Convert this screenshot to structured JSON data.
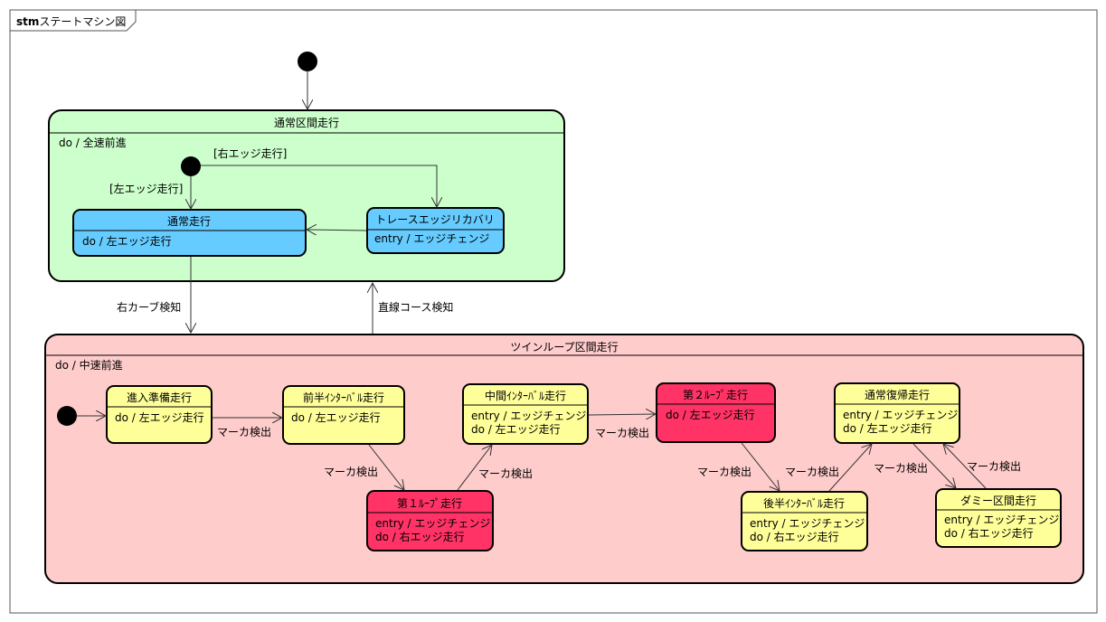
{
  "frame": {
    "keyword": "stm",
    "title": "ステートマシン図"
  },
  "colors": {
    "normal_region": "#ccffcc",
    "twin_region": "#ffcccc",
    "blue_state": "#66ccff",
    "yellow_state": "#ffff99",
    "red_state": "#ff3366"
  },
  "regions": {
    "normal": {
      "title": "通常区間走行",
      "activity": "do / 全速前進"
    },
    "twin": {
      "title": "ツインループ区間走行",
      "activity": "do / 中速前進"
    }
  },
  "states": {
    "normal_run": {
      "title": "通常走行",
      "lines": [
        "do / 左エッジ走行"
      ]
    },
    "trace_recovery": {
      "title": "トレースエッジリカバリ",
      "lines": [
        "entry / エッジチェンジ"
      ]
    },
    "entry_prep": {
      "title": "進入準備走行",
      "lines": [
        "do / 左エッジ走行"
      ]
    },
    "first_interval": {
      "title": "前半ｲﾝﾀｰﾊﾞﾙ走行",
      "lines": [
        "do / 左エッジ走行"
      ]
    },
    "first_loop": {
      "title": "第１ﾙｰﾌﾟ走行",
      "lines": [
        "entry / エッジチェンジ",
        "do / 右エッジ走行"
      ]
    },
    "mid_interval": {
      "title": "中間ｲﾝﾀｰﾊﾞﾙ走行",
      "lines": [
        "entry / エッジチェンジ",
        "do / 左エッジ走行"
      ]
    },
    "second_loop": {
      "title": "第２ﾙｰﾌﾟ走行",
      "lines": [
        "do / 左エッジ走行"
      ]
    },
    "second_interval": {
      "title": "後半ｲﾝﾀｰﾊﾞﾙ走行",
      "lines": [
        "entry / エッジチェンジ",
        "do / 右エッジ走行"
      ]
    },
    "return_normal": {
      "title": "通常復帰走行",
      "lines": [
        "entry / エッジチェンジ",
        "do / 左エッジ走行"
      ]
    },
    "dummy": {
      "title": "ダミー区間走行",
      "lines": [
        "entry / エッジチェンジ",
        "do / 右エッジ走行"
      ]
    }
  },
  "transitions": {
    "right_edge_guard": "[右エッジ走行]",
    "left_edge_guard": "[左エッジ走行]",
    "right_curve": "右カーブ検知",
    "straight": "直線コース検知",
    "marker": "マーカ検出"
  }
}
